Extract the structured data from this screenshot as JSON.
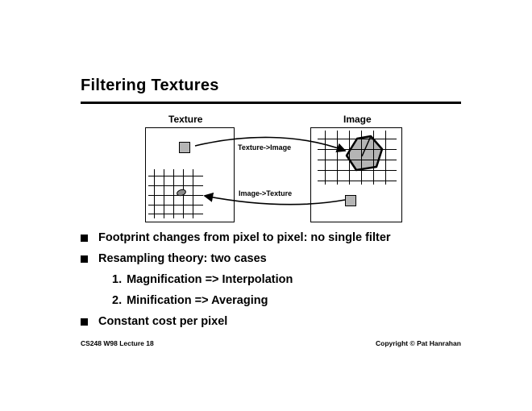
{
  "slide": {
    "title": "Filtering Textures",
    "diagram": {
      "texture_box_label": "Texture",
      "image_box_label": "Image",
      "texture_to_image_label": "Texture->Image",
      "image_to_texture_label": "Image->Texture"
    },
    "bullets": [
      {
        "level": 1,
        "marker": "square",
        "text": "Footprint changes from pixel to pixel: no single filter"
      },
      {
        "level": 1,
        "marker": "square",
        "text": "Resampling theory: two cases"
      },
      {
        "level": 2,
        "marker": "1.",
        "text": "Magnification => Interpolation"
      },
      {
        "level": 2,
        "marker": "2.",
        "text": "Minification => Averaging"
      },
      {
        "level": 1,
        "marker": "square",
        "text": "Constant cost per pixel"
      }
    ],
    "footer": {
      "left": "CS248 W98 Lecture 18",
      "right": "Copyright © Pat Hanrahan"
    },
    "colors": {
      "background": "#ffffff",
      "text": "#000000",
      "shape_fill": "#b5b5b5",
      "line": "#000000"
    }
  }
}
